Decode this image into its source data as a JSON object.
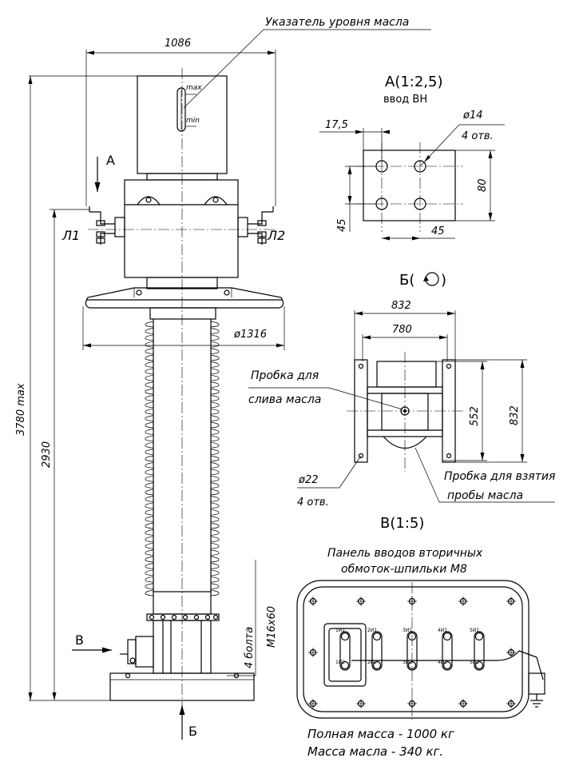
{
  "main_view": {
    "oil_gauge_label": "Указатель уровня масла",
    "gauge_max": "max",
    "gauge_min": "min",
    "dim_top_width": "1086",
    "view_a_arrow": "А",
    "terminal_l1": "Л1",
    "terminal_l2": "Л2",
    "dim_shield_diameter": "ø1316",
    "dim_total_height": "3780 max",
    "dim_height": "2930",
    "bolts_label": "4 болта",
    "bolts_size": "М16х60",
    "view_v_arrow": "В",
    "view_b_arrow": "Б"
  },
  "view_a": {
    "title": "А(1:2,5)",
    "subtitle": "ввод ВН",
    "dim_edge": "17,5",
    "dim_hole": "ø14",
    "holes_count": "4 отв.",
    "dim_height": "80",
    "dim_pitch_v": "45",
    "dim_pitch_h": "45"
  },
  "view_b": {
    "title": "Б(",
    "title_suffix": ")",
    "dim_outer": "832",
    "dim_inner": "780",
    "dim_height_inner": "552",
    "dim_height_outer": "832",
    "drain_plug_line1": "Пробка для",
    "drain_plug_line2": "слива масла",
    "sample_plug_line1": "Пробка для взятия",
    "sample_plug_line2": "пробы масла",
    "dim_hole": "ø22",
    "holes_count": "4 отв."
  },
  "view_v": {
    "title": "В(1:5)",
    "panel_line1": "Панель вводов вторичных",
    "panel_line2": "обмоток-шпильки М8",
    "terminals_top": [
      "1И1",
      "2И1",
      "3И1",
      "4И1",
      "5И1"
    ],
    "terminals_bottom": [
      "1И2",
      "2И2",
      "3И2",
      "4И2",
      "5И2"
    ]
  },
  "notes": {
    "total_mass": "Полная масса - 1000 кг",
    "oil_mass": "Масса масла - 340 кг."
  }
}
